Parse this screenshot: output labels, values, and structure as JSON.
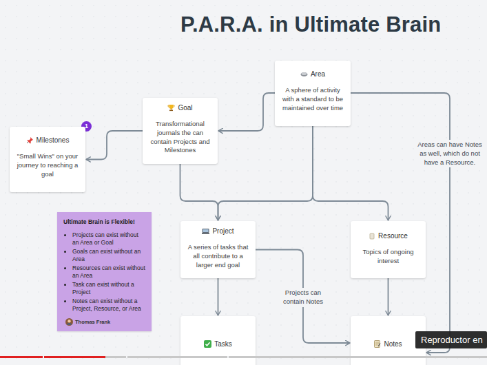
{
  "diagram": {
    "title": "P.A.R.A. in Ultimate Brain",
    "nodes": [
      {
        "text": [
          "Area",
          "A sphere of activity with a standard to be maintained over time"
        ]
      },
      {
        "text": [
          "Goal",
          "Transformational journals the can contain Projects and Milestones"
        ]
      },
      {
        "text": [
          "1"
        ]
      },
      {
        "text": [
          "Milestones",
          "\"Small Wins\" on your journey to reaching a goal"
        ]
      },
      {
        "text": [
          "Ultimate Brain is Flexible!",
          "Projects can exist without an Area or Goal",
          "Goals can exist without an Area",
          "Resources can exist without an Area",
          "Task can exist without a Project",
          "Notes can exist without a Project, Resource, or Area",
          "Thomas Frank"
        ]
      },
      {
        "text": [
          "Project",
          "A series of tasks that all contribute to a larger end goal"
        ]
      },
      {
        "text": [
          "Resource",
          "Topics of ongoing interest"
        ]
      },
      {
        "text": [
          "Tasks"
        ]
      },
      {
        "text": [
          "Notes"
        ]
      },
      {
        "text": [
          "Reproductor en"
        ]
      }
    ],
    "edges": [
      {
        "from": 0,
        "to": 1,
        "arrow": "to"
      },
      {
        "from": 1,
        "to": 3,
        "arrow": "to"
      },
      {
        "from": 0,
        "to": 5,
        "arrow": "to"
      },
      {
        "from": 0,
        "to": 6,
        "arrow": "to"
      },
      {
        "from": 1,
        "to": 5,
        "arrow": "to"
      },
      {
        "from": 5,
        "to": 7,
        "arrow": "to"
      },
      {
        "from": 5,
        "to": 8,
        "label": "Projects can contain Notes",
        "arrow": "to"
      },
      {
        "from": 6,
        "to": 8,
        "arrow": "to"
      },
      {
        "from": 0,
        "to": 8,
        "label": "Areas can have Notes as well, which do not have a Resource.",
        "arrow": "to"
      }
    ]
  }
}
